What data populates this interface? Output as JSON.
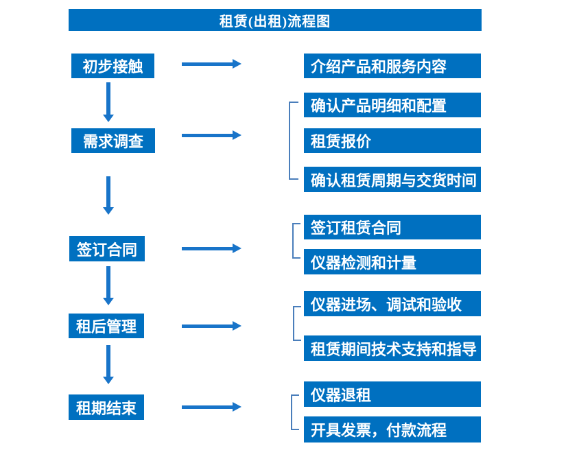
{
  "title": "租赁(出租)流程图",
  "colors": {
    "box_blue": "#0070C0",
    "arrow_blue": "#1874C9",
    "bracket_blue": "#4A7EBB",
    "text_white": "#FFFFFF",
    "background": "#FFFFFF"
  },
  "flow": {
    "steps": [
      {
        "label": "初步接触",
        "outputs": [
          "介绍产品和服务内容"
        ]
      },
      {
        "label": "需求调查",
        "outputs": [
          "确认产品明细和配置",
          "租赁报价",
          "确认租赁周期与交货时间"
        ]
      },
      {
        "label": "签订合同",
        "outputs": [
          "签订租赁合同",
          "仪器检测和计量"
        ]
      },
      {
        "label": "租后管理",
        "outputs": [
          "仪器进场、调试和验收",
          "租赁期间技术支持和指导"
        ]
      },
      {
        "label": "租期结束",
        "outputs": [
          "仪器退租",
          "开具发票，付款流程"
        ]
      }
    ]
  }
}
